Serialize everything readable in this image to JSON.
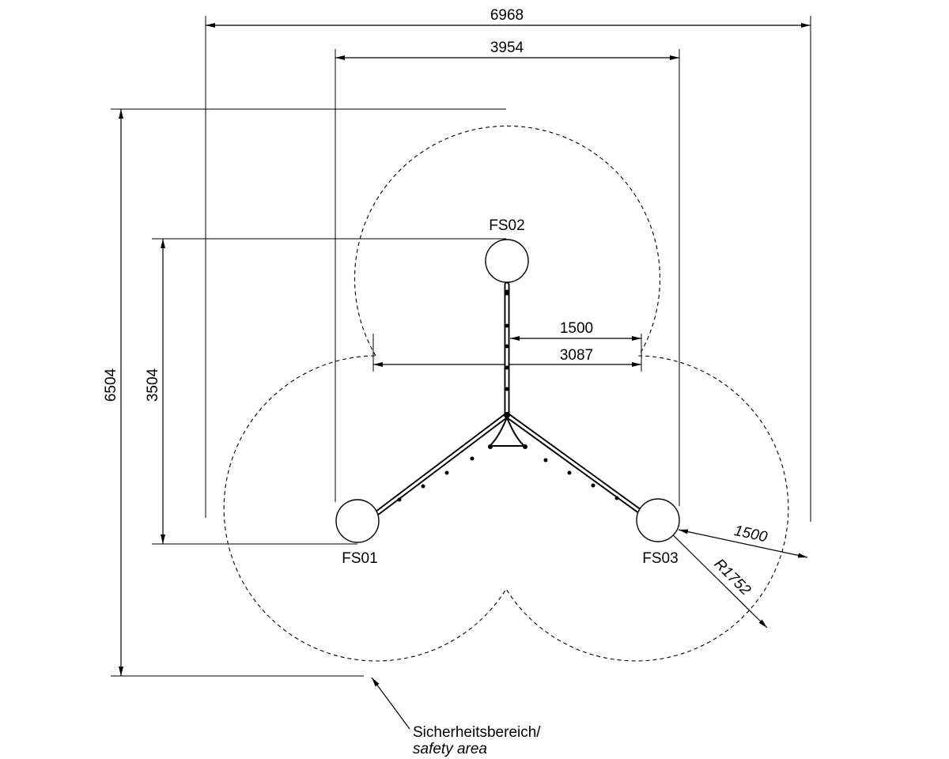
{
  "dimensions": {
    "overall_width": "6968",
    "inner_width": "3954",
    "overall_height": "6504",
    "inner_height": "3504",
    "offset_1500_top": "1500",
    "gap_3087": "3087",
    "radial_1500": "1500",
    "radius": "R1752"
  },
  "posts": {
    "fs01": "FS01",
    "fs02": "FS02",
    "fs03": "FS03"
  },
  "safety_label": {
    "line1": "Sicherheitsbereich/",
    "line2": "safety area"
  }
}
